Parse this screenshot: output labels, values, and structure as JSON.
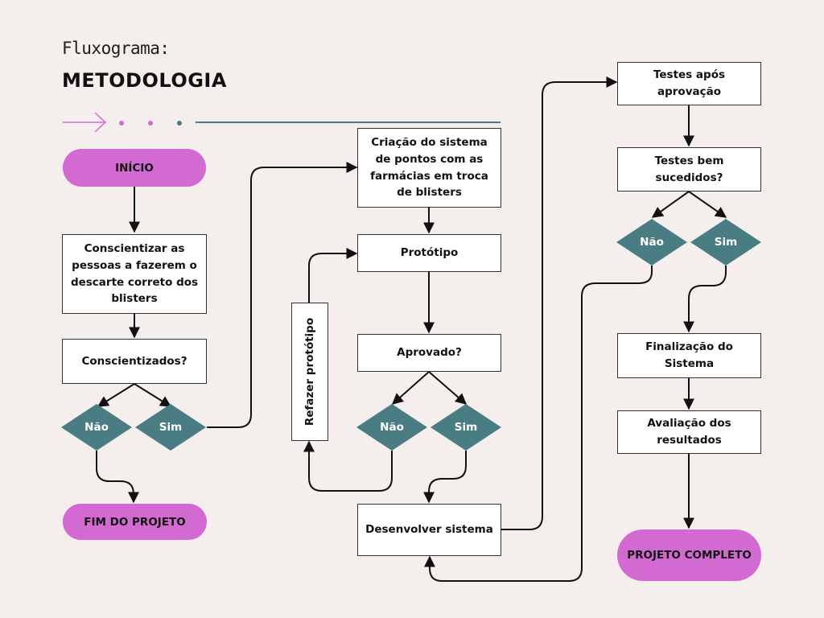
{
  "header": {
    "subtitle": "Fluxograma:",
    "title": "METODOLOGIA"
  },
  "nodes": {
    "inicio": "INÍCIO",
    "conscientizar": "Conscientizar as pessoas a fazerem o descarte  correto dos blisters",
    "conscientizados": "Conscientizados?",
    "nao1": "Não",
    "sim1": "Sim",
    "fim_projeto": "FIM DO PROJETO",
    "criacao": "Criação do sistema de pontos com as farmácias em troca de blisters",
    "prototipo": "Protótipo",
    "aprovado": "Aprovado?",
    "refazer": "Refazer protótipo",
    "nao2": "Não",
    "sim2": "Sim",
    "desenvolver": "Desenvolver sistema",
    "testes_apos": "Testes após aprovação",
    "testes_bem": "Testes bem sucedidos?",
    "nao3": "Não",
    "sim3": "Sim",
    "finalizacao": "Finalização do Sistema",
    "avaliacao": "Avaliação dos resultados",
    "projeto_completo": "PROJETO COMPLETO"
  },
  "colors": {
    "background": "#f4efed",
    "pill": "#d36ad2",
    "diamond": "#4a7d83",
    "arrow": "#111111",
    "decor_arrow": "#d36ad2",
    "decor_line": "#4a7d83"
  }
}
